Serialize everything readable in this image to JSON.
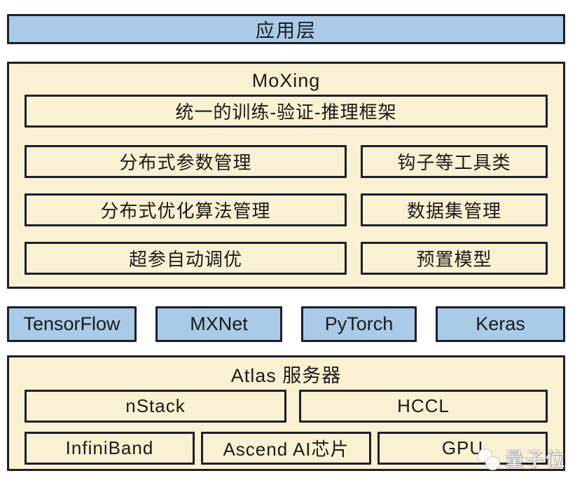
{
  "colors": {
    "blue_fill": "#a9cbe8",
    "cream_fill": "#faf0d2",
    "border": "#1d1e2c",
    "text": "#1a1a1a",
    "background": "#ffffff"
  },
  "app_layer": {
    "label": "应用层"
  },
  "moxing": {
    "title": "MoXing",
    "framework_box": "统一的训练-验证-推理框架",
    "rows": [
      {
        "left": "分布式参数管理",
        "right": "钩子等工具类"
      },
      {
        "left": "分布式优化算法管理",
        "right": "数据集管理"
      },
      {
        "left": "超参自动调优",
        "right": "预置模型"
      }
    ]
  },
  "frameworks": [
    "TensorFlow",
    "MXNet",
    "PyTorch",
    "Keras"
  ],
  "atlas": {
    "title": "Atlas 服务器",
    "row1": [
      "nStack",
      "HCCL"
    ],
    "row2": [
      "InfiniBand",
      "Ascend AI芯片",
      "GPU"
    ]
  },
  "watermark": {
    "label": "量子位",
    "logo": "qbitai-bubbles-icon"
  }
}
